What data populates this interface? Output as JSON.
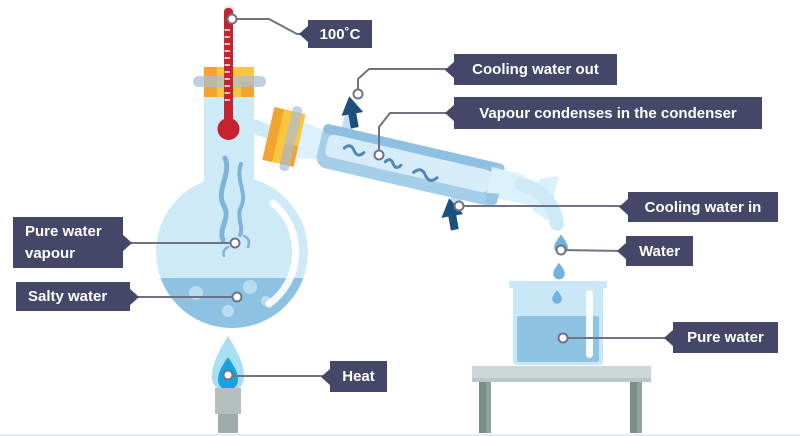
{
  "diagram": {
    "subject": "distillation-of-salty-water",
    "labels": {
      "temperature": "100˚C",
      "cooling_water_out": "Cooling water out",
      "vapour_condenses": "Vapour condenses in the condenser",
      "cooling_water_in": "Cooling water in",
      "water": "Water",
      "pure_water_vapour": {
        "line1": "Pure water",
        "line2": "vapour"
      },
      "salty_water": "Salty water",
      "heat": "Heat",
      "pure_water": "Pure water"
    },
    "icons": {
      "cooling_water_out_arrow": "up-arrow",
      "cooling_water_in_arrow": "up-arrow"
    },
    "colors": {
      "label_background": "#454769",
      "label_text": "#ffffff",
      "leader_line": "#6f7284",
      "glass": "#cfeaf7",
      "salty_water_fill": "#8ec2e2",
      "condenser_jacket": "#a5cee9",
      "stopper_yellow": "#fbc53d",
      "stopper_orange": "#f2a42e",
      "thermometer_red": "#c5232f",
      "arrow_navy": "#1c4f7c",
      "flame_outer": "#a7dff3",
      "flame_inner": "#17a3df",
      "burner_grey": "#b3bebd",
      "table_grey": "#ccd8d8"
    }
  }
}
